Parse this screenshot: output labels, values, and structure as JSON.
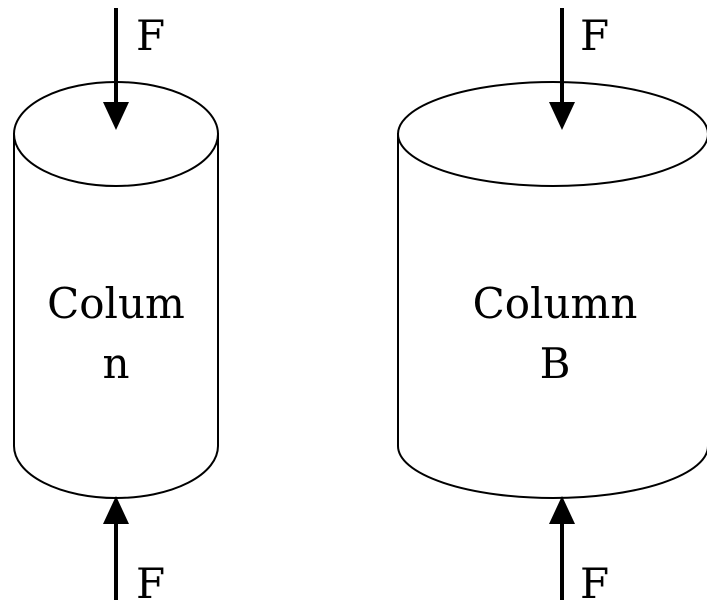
{
  "diagram": {
    "column_a": {
      "label_line1": "Colum",
      "label_line2": "n"
    },
    "column_b": {
      "label_line1": "Column",
      "label_line2": "B"
    },
    "force_label": "F"
  }
}
